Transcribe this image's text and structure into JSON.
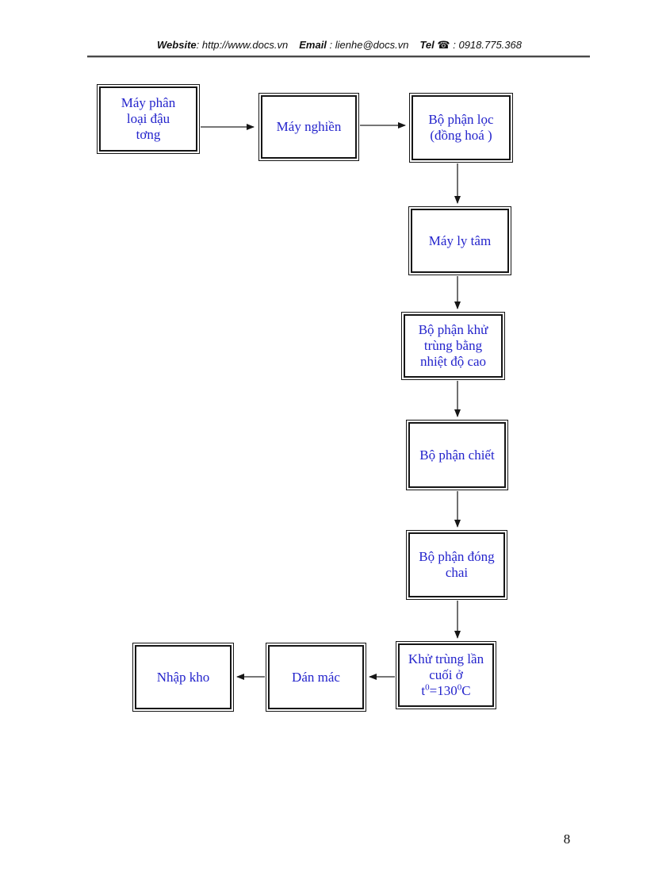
{
  "header": {
    "website_label": "Website",
    "website_value": ": http://www.docs.vn",
    "email_label": "Email",
    "email_value": ": lienhe@docs.vn",
    "tel_label": "Tel",
    "phone_icon": "☎",
    "tel_value": ": 0918.775.368"
  },
  "flowchart": {
    "title": "Soy-milk production line flow",
    "text_color": "#2424cc",
    "boxes": [
      {
        "id": "may-phan-loai-dau-tuong",
        "lines": [
          "Máy phân",
          "loại đậu",
          "tơng"
        ]
      },
      {
        "id": "may-nghien",
        "lines": [
          "Máy nghiền"
        ]
      },
      {
        "id": "bo-phan-loc",
        "lines": [
          "Bộ phận lọc",
          "(đồng hoá )"
        ]
      },
      {
        "id": "may-ly-tam",
        "lines": [
          "Máy ly tâm"
        ]
      },
      {
        "id": "bo-phan-khu-trung",
        "lines": [
          "Bộ phận khử",
          "trùng bằng",
          "nhiệt độ cao"
        ]
      },
      {
        "id": "bo-phan-chiet",
        "lines": [
          "Bộ phận chiết"
        ]
      },
      {
        "id": "bo-phan-dong-chai",
        "lines": [
          "Bộ phận đóng",
          "chai"
        ]
      },
      {
        "id": "khu-trung-lan-cuoi",
        "lines": [
          "Khử trùng lần",
          "cuối ở"
        ],
        "temp_line": {
          "t1": "t",
          "s1": "0",
          "t2": "=130",
          "s2": "0",
          "t3": "C"
        }
      },
      {
        "id": "dan-mac",
        "lines": [
          "Dán mác"
        ]
      },
      {
        "id": "nhap-kho",
        "lines": [
          "Nhập kho"
        ]
      }
    ],
    "arrows": [
      {
        "from": "may-phan-loai-dau-tuong",
        "to": "may-nghien"
      },
      {
        "from": "may-nghien",
        "to": "bo-phan-loc"
      },
      {
        "from": "bo-phan-loc",
        "to": "may-ly-tam"
      },
      {
        "from": "may-ly-tam",
        "to": "bo-phan-khu-trung"
      },
      {
        "from": "bo-phan-khu-trung",
        "to": "bo-phan-chiet"
      },
      {
        "from": "bo-phan-chiet",
        "to": "bo-phan-dong-chai"
      },
      {
        "from": "bo-phan-dong-chai",
        "to": "khu-trung-lan-cuoi"
      },
      {
        "from": "khu-trung-lan-cuoi",
        "to": "dan-mac"
      },
      {
        "from": "dan-mac",
        "to": "nhap-kho"
      }
    ]
  },
  "footer": {
    "page_number": "8"
  }
}
